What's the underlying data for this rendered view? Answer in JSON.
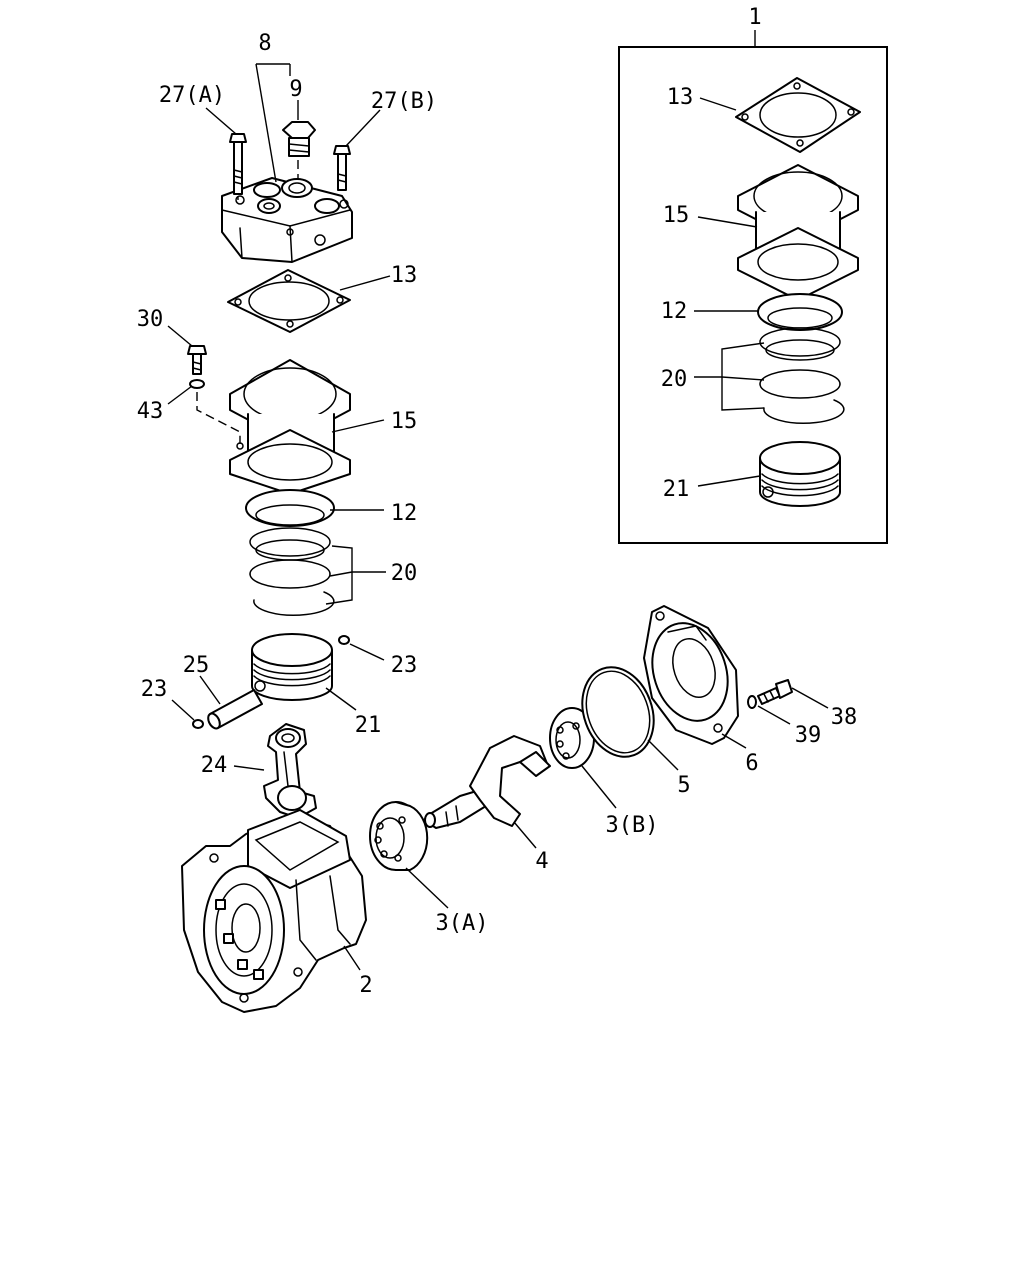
{
  "labels": {
    "l1": "1",
    "l2": "2",
    "l3a": "3(A)",
    "l3b": "3(B)",
    "l4": "4",
    "l5": "5",
    "l6": "6",
    "l8": "8",
    "l9": "9",
    "l12": "12",
    "l13": "13",
    "l15": "15",
    "l20": "20",
    "l21": "21",
    "l23": "23",
    "l24": "24",
    "l25": "25",
    "l27a": "27(A)",
    "l27b": "27(B)",
    "l30": "30",
    "l38": "38",
    "l39": "39",
    "l43": "43"
  },
  "colors": {
    "line": "#000000",
    "background": "#ffffff"
  }
}
